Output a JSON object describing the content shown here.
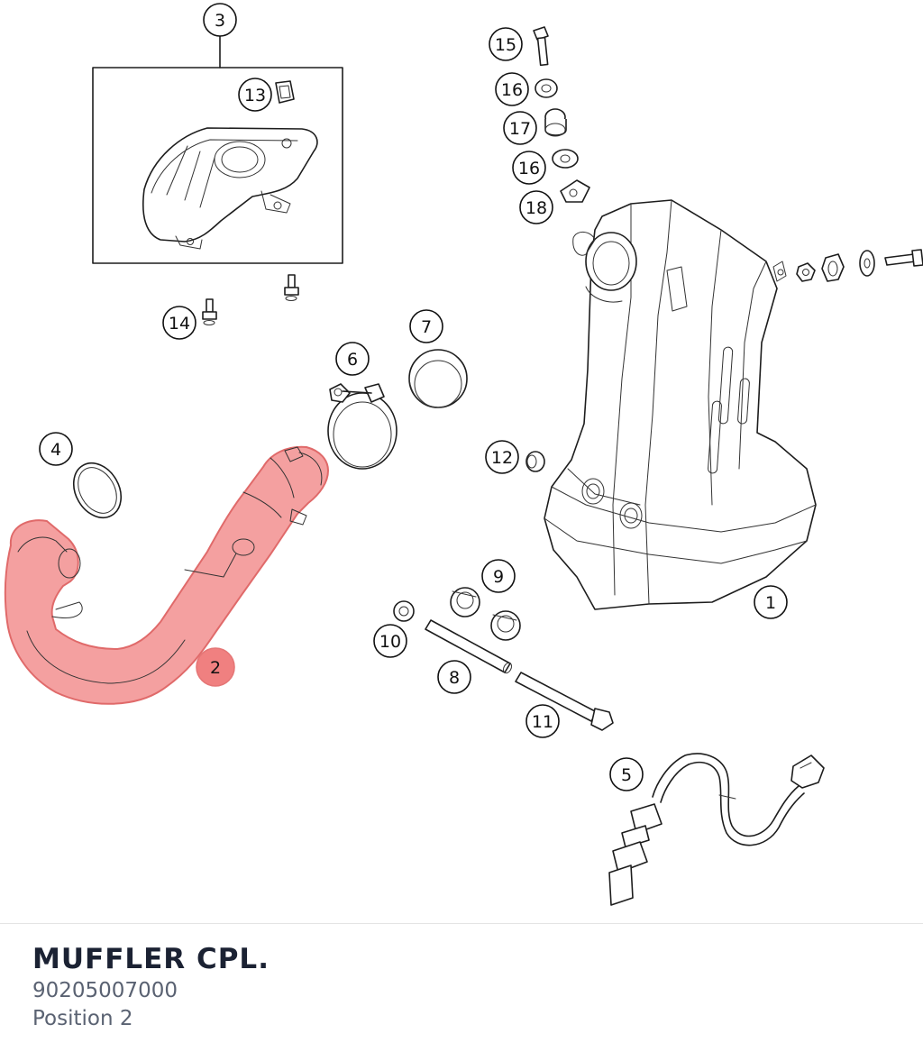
{
  "diagram": {
    "callouts": [
      "1",
      "2",
      "3",
      "4",
      "5",
      "6",
      "7",
      "8",
      "9",
      "10",
      "11",
      "12",
      "13",
      "14",
      "15",
      "16",
      "17",
      "16",
      "18"
    ],
    "highlight_color": "#f08080"
  },
  "part": {
    "name": "MUFFLER CPL.",
    "number": "90205007000",
    "position": "Position 2"
  }
}
